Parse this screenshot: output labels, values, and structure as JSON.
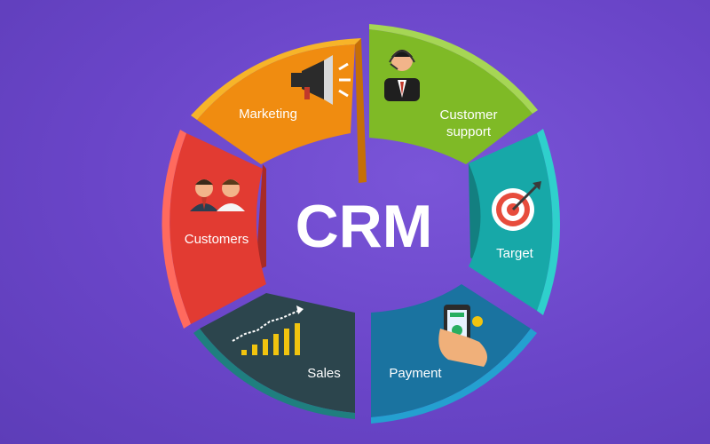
{
  "center_title": "CRM",
  "segments": {
    "marketing": {
      "label": "Marketing",
      "icon": "megaphone-icon",
      "color": "#f39c12"
    },
    "customer_support": {
      "label_line1": "Customer",
      "label_line2": "support",
      "icon": "support-agent-icon",
      "color": "#8cc63f"
    },
    "target": {
      "label": "Target",
      "icon": "target-icon",
      "color": "#1fb5b0"
    },
    "payment": {
      "label": "Payment",
      "icon": "mobile-payment-icon",
      "color": "#1a7fa8"
    },
    "sales": {
      "label": "Sales",
      "icon": "growth-chart-icon",
      "color": "#2f4a50"
    },
    "customers": {
      "label": "Customers",
      "icon": "people-icon",
      "color": "#e8453c"
    }
  },
  "colors": {
    "background": "#6a45c8",
    "text": "#ffffff"
  }
}
